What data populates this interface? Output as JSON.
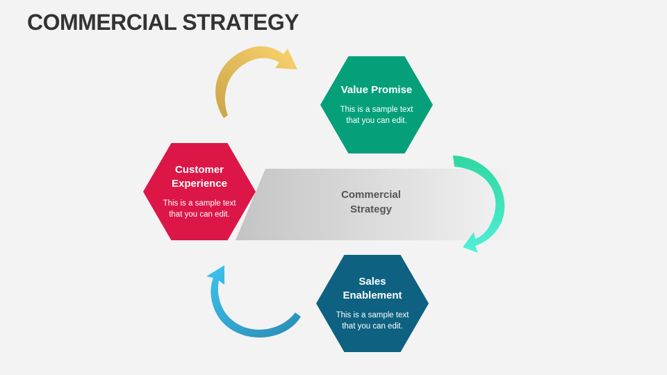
{
  "title": "COMMERCIAL STRATEGY",
  "center": {
    "label": "Commercial Strategy"
  },
  "nodes": {
    "value_promise": {
      "title": "Value Promise",
      "body": "This is a sample text that you can edit.",
      "color": "#05A07A"
    },
    "customer_experience": {
      "title": "Customer Experience",
      "body": "This is a sample text that you can edit.",
      "color": "#DC1747"
    },
    "sales_enablement": {
      "title": "Sales Enablement",
      "body": "This is a sample text that you can edit.",
      "color": "#0E6181"
    }
  },
  "arrows": {
    "top_left": {
      "color": "#F6C85A",
      "direction": "clockwise"
    },
    "right": {
      "color": "#3ED8B2",
      "direction": "clockwise"
    },
    "bottom_left": {
      "color": "#2BB7E6",
      "direction": "clockwise"
    }
  }
}
